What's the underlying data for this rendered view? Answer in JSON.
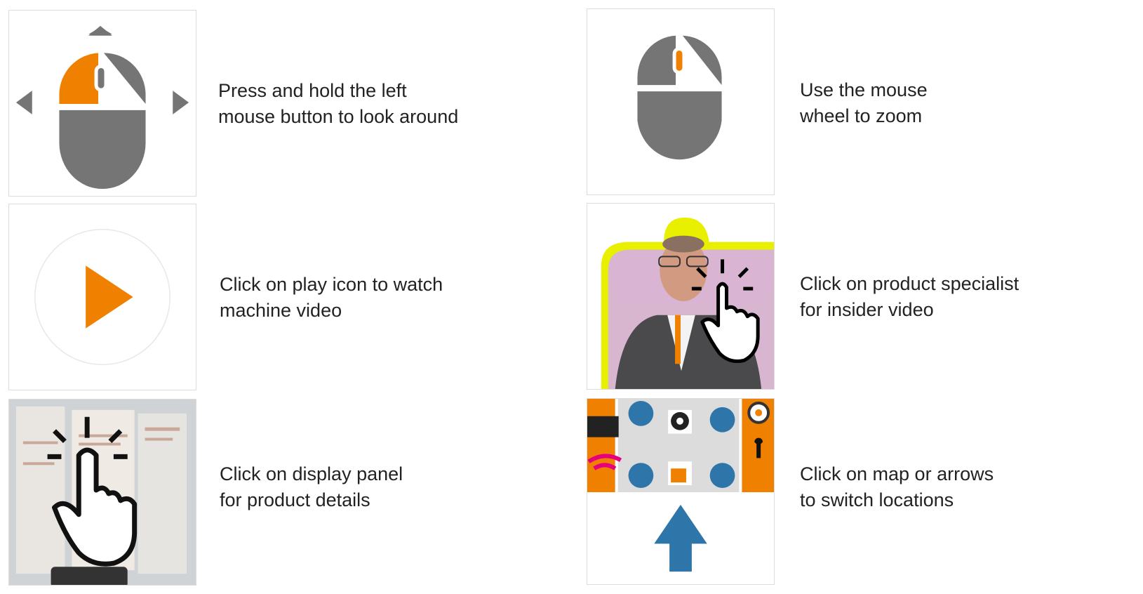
{
  "colors": {
    "orange": "#f08000",
    "gray": "#757575",
    "blue": "#2e75aa",
    "yellow": "#e8f000"
  },
  "instructions": [
    {
      "icon": "mouse-drag-icon",
      "line1": "Press and hold the left",
      "line2": "mouse button to look around"
    },
    {
      "icon": "mouse-wheel-icon",
      "line1": "Use the mouse",
      "line2": "wheel to zoom"
    },
    {
      "icon": "play-icon",
      "line1": "Click on play icon to watch",
      "line2": "machine video"
    },
    {
      "icon": "specialist-photo",
      "line1": "Click on product specialist",
      "line2": "for insider video"
    },
    {
      "icon": "display-panel-photo",
      "line1": "Click on display panel",
      "line2": "for product details"
    },
    {
      "icon": "map-arrow-icon",
      "line1": "Click on map or arrows",
      "line2": "to switch locations"
    }
  ]
}
